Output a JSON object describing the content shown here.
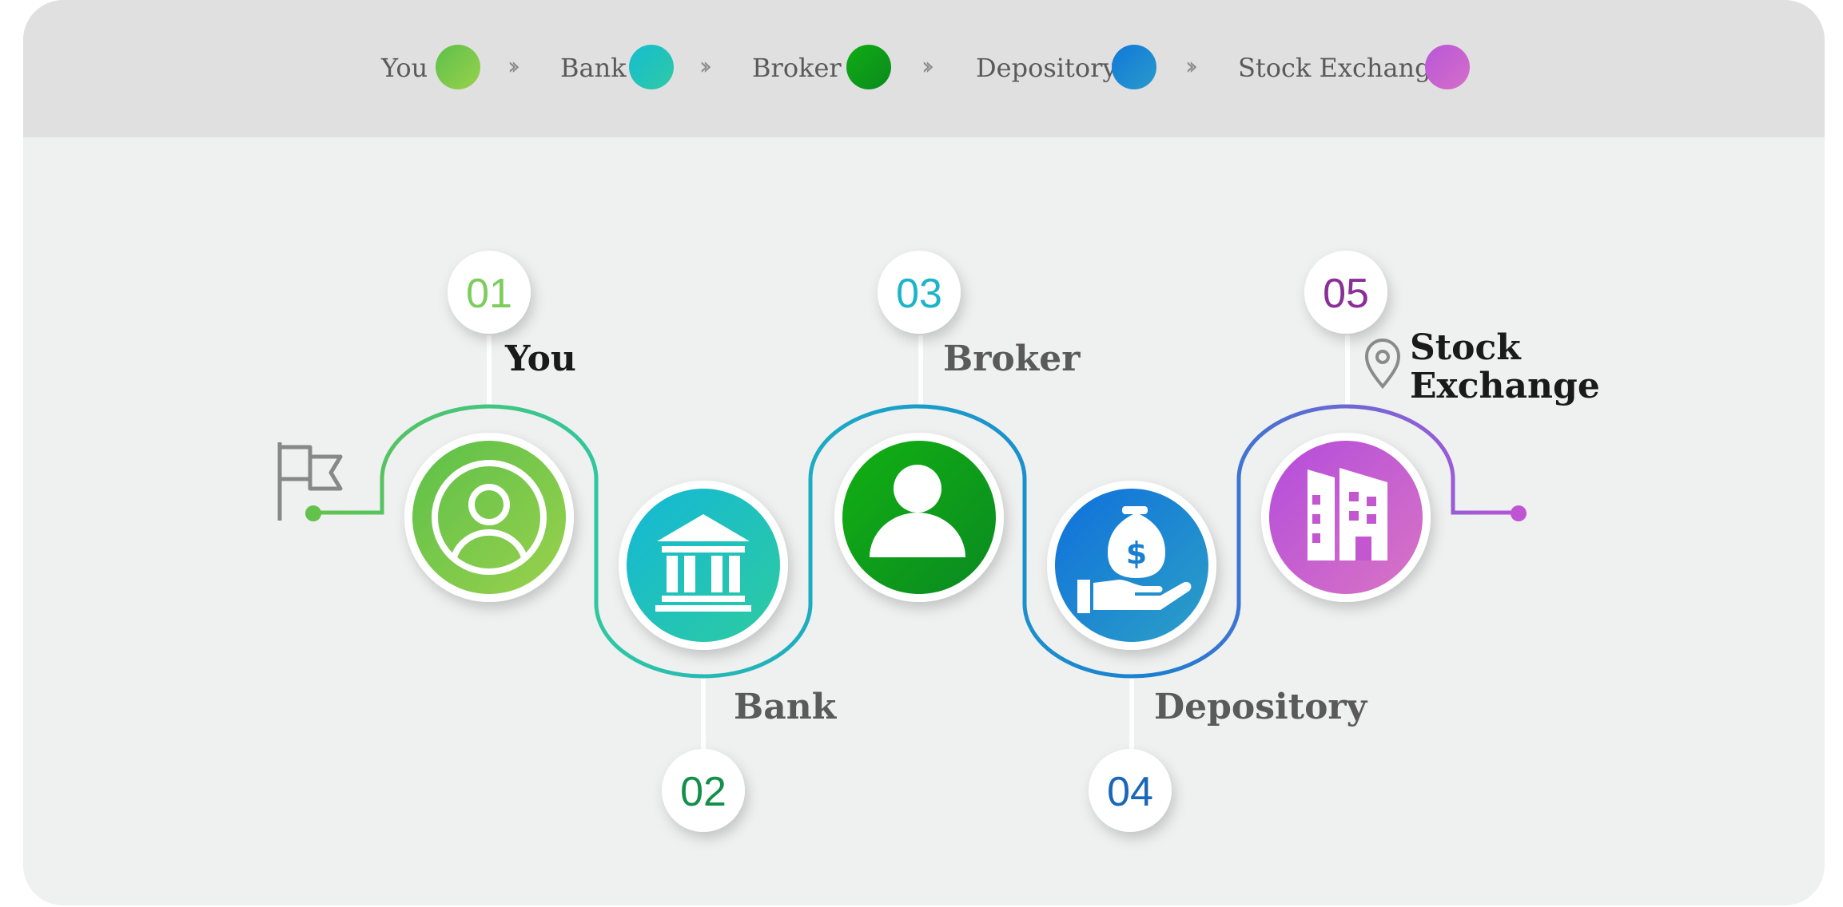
{
  "legend": [
    {
      "label": "You",
      "color": "#6cc04a"
    },
    {
      "label": "Bank",
      "color": "#22c2c0"
    },
    {
      "label": "Broker",
      "color": "#0d9e1a"
    },
    {
      "label": "Depository",
      "color": "#1a7fd0"
    },
    {
      "label": "Stock Exchange",
      "color": "#c45fd0"
    }
  ],
  "legend_separator": "››",
  "steps": [
    {
      "number": "01",
      "title": "You",
      "number_color": "#7dcc5c",
      "icon": "user-icon"
    },
    {
      "number": "02",
      "title": "Bank",
      "number_color": "#128f4a",
      "icon": "bank-icon"
    },
    {
      "number": "03",
      "title": "Broker",
      "number_color": "#1bb4c8",
      "icon": "person-icon"
    },
    {
      "number": "04",
      "title": "Depository",
      "number_color": "#1a66b8",
      "icon": "money-hand-icon"
    },
    {
      "number": "05",
      "title_line1": "Stock",
      "title_line2": "Exchange",
      "number_color": "#8a2e98",
      "icon": "building-icon"
    }
  ]
}
